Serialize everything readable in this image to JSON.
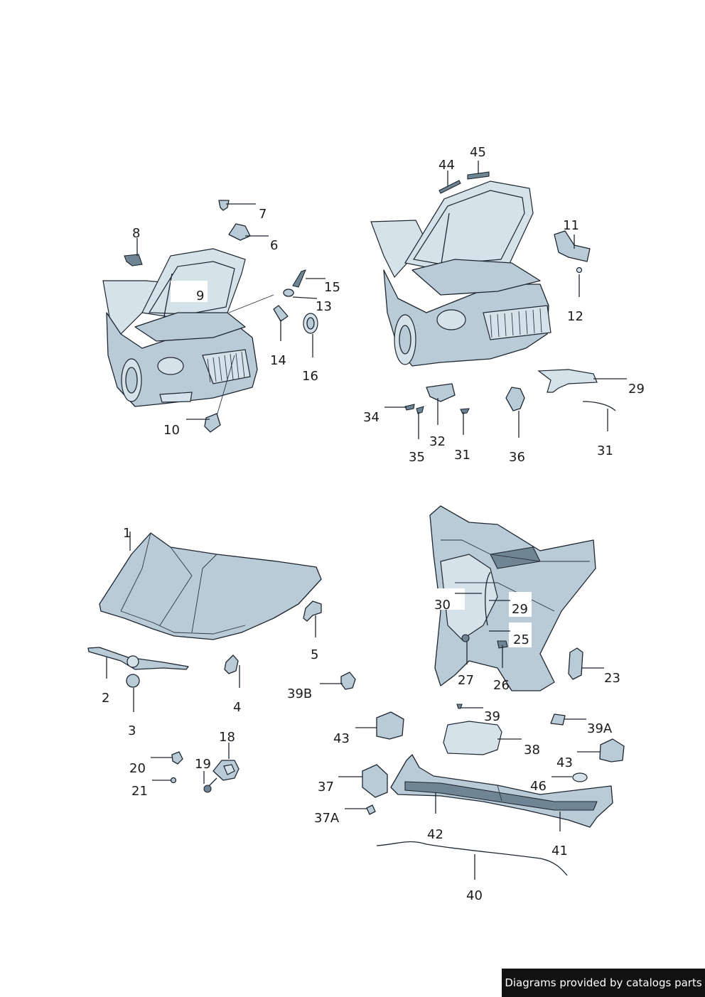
{
  "footer": {
    "text": "Diagrams provided by catalogs parts"
  },
  "callouts": [
    {
      "label": "7"
    },
    {
      "label": "6"
    },
    {
      "label": "8"
    },
    {
      "label": "9"
    },
    {
      "label": "15"
    },
    {
      "label": "13"
    },
    {
      "label": "14"
    },
    {
      "label": "16"
    },
    {
      "label": "10"
    },
    {
      "label": "44"
    },
    {
      "label": "45"
    },
    {
      "label": "11"
    },
    {
      "label": "12"
    },
    {
      "label": "29"
    },
    {
      "label": "34"
    },
    {
      "label": "32"
    },
    {
      "label": "35"
    },
    {
      "label": "31"
    },
    {
      "label": "36"
    },
    {
      "label": "31"
    },
    {
      "label": "1"
    },
    {
      "label": "5"
    },
    {
      "label": "2"
    },
    {
      "label": "3"
    },
    {
      "label": "4"
    },
    {
      "label": "39B"
    },
    {
      "label": "18"
    },
    {
      "label": "19"
    },
    {
      "label": "20"
    },
    {
      "label": "21"
    },
    {
      "label": "30"
    },
    {
      "label": "29"
    },
    {
      "label": "25"
    },
    {
      "label": "27"
    },
    {
      "label": "26"
    },
    {
      "label": "23"
    },
    {
      "label": "39"
    },
    {
      "label": "39A"
    },
    {
      "label": "43"
    },
    {
      "label": "38"
    },
    {
      "label": "43"
    },
    {
      "label": "37"
    },
    {
      "label": "46"
    },
    {
      "label": "37A"
    },
    {
      "label": "42"
    },
    {
      "label": "41"
    },
    {
      "label": "40"
    }
  ]
}
